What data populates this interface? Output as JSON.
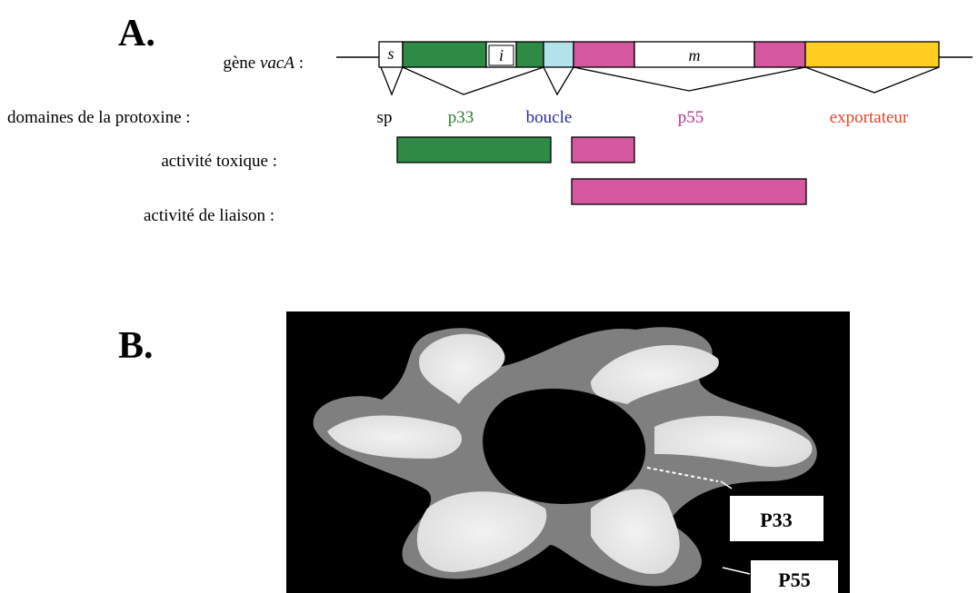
{
  "panel_a": {
    "letter": "A.",
    "rows": {
      "gene": {
        "prefix": "gène ",
        "name": "vacA",
        "suffix": " :"
      },
      "domains": "domaines de la protoxine :",
      "toxic": "activité toxique :",
      "binding": "activité de liaison :"
    },
    "segments": [
      {
        "id": "s",
        "label": "s",
        "color": "#ffffff"
      },
      {
        "id": "p33a",
        "label": "",
        "color": "#2e8b46"
      },
      {
        "id": "i",
        "label": "i",
        "color": "#ffffff"
      },
      {
        "id": "p33b",
        "label": "",
        "color": "#2e8b46"
      },
      {
        "id": "loop",
        "label": "",
        "color": "#b2e2ea"
      },
      {
        "id": "p55a",
        "label": "",
        "color": "#d4579f"
      },
      {
        "id": "m",
        "label": "m",
        "color": "#ffffff"
      },
      {
        "id": "p55b",
        "label": "",
        "color": "#d4579f"
      },
      {
        "id": "exp",
        "label": "",
        "color": "#ffcc22"
      }
    ],
    "domains": [
      {
        "id": "sp",
        "label": "sp",
        "color": "#000000"
      },
      {
        "id": "p33",
        "label": "p33",
        "color": "#2e7d32"
      },
      {
        "id": "boucle",
        "label": "boucle",
        "color": "#2b2ba0"
      },
      {
        "id": "p55",
        "label": "p55",
        "color": "#b8328e"
      },
      {
        "id": "exportateur",
        "label": "exportateur",
        "color": "#e8442a"
      }
    ],
    "toxic_bars": [
      {
        "id": "toxic-p33",
        "color": "#2e8b46"
      },
      {
        "id": "toxic-p55",
        "color": "#d4579f"
      }
    ],
    "binding_bars": [
      {
        "id": "binding-p55",
        "color": "#d4579f"
      }
    ]
  },
  "panel_b": {
    "letter": "B.",
    "callouts": [
      {
        "id": "p33",
        "label": "P33"
      },
      {
        "id": "p55",
        "label": "P55"
      }
    ]
  }
}
